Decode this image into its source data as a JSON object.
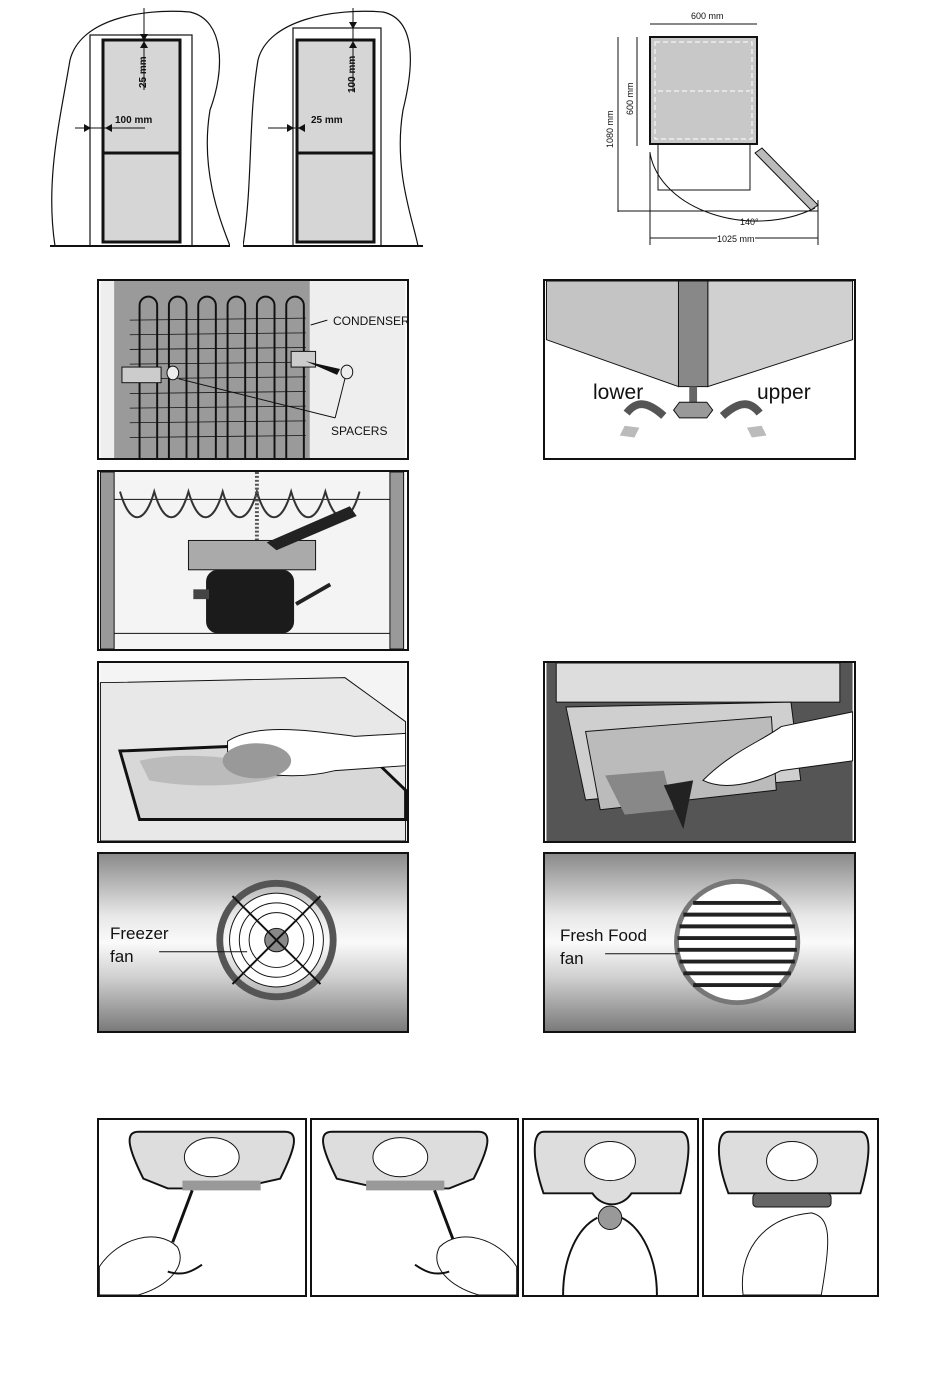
{
  "clearance_figures": [
    {
      "top_gap": "25 mm",
      "side_gap": "100 mm"
    },
    {
      "top_gap": "100 mm",
      "side_gap": "25 mm"
    }
  ],
  "dimension_diagram": {
    "width": "600 mm",
    "depth": "600 mm",
    "depth_door_open": "1080 mm",
    "width_door_open": "1025 mm",
    "door_angle": "140°"
  },
  "condenser_figure": {
    "condenser_label": "CONDENSER",
    "spacers_label": "SPACERS"
  },
  "leveling_figure": {
    "lower_label": "lower",
    "upper_label": "upper"
  },
  "freezer_fan_figure": {
    "label_line1": "Freezer",
    "label_line2": "fan"
  },
  "fresh_food_fan_figure": {
    "label_line1": "Fresh Food",
    "label_line2": "fan"
  },
  "colors": {
    "panel_gray": "#bdbdbd",
    "line": "#111111"
  }
}
